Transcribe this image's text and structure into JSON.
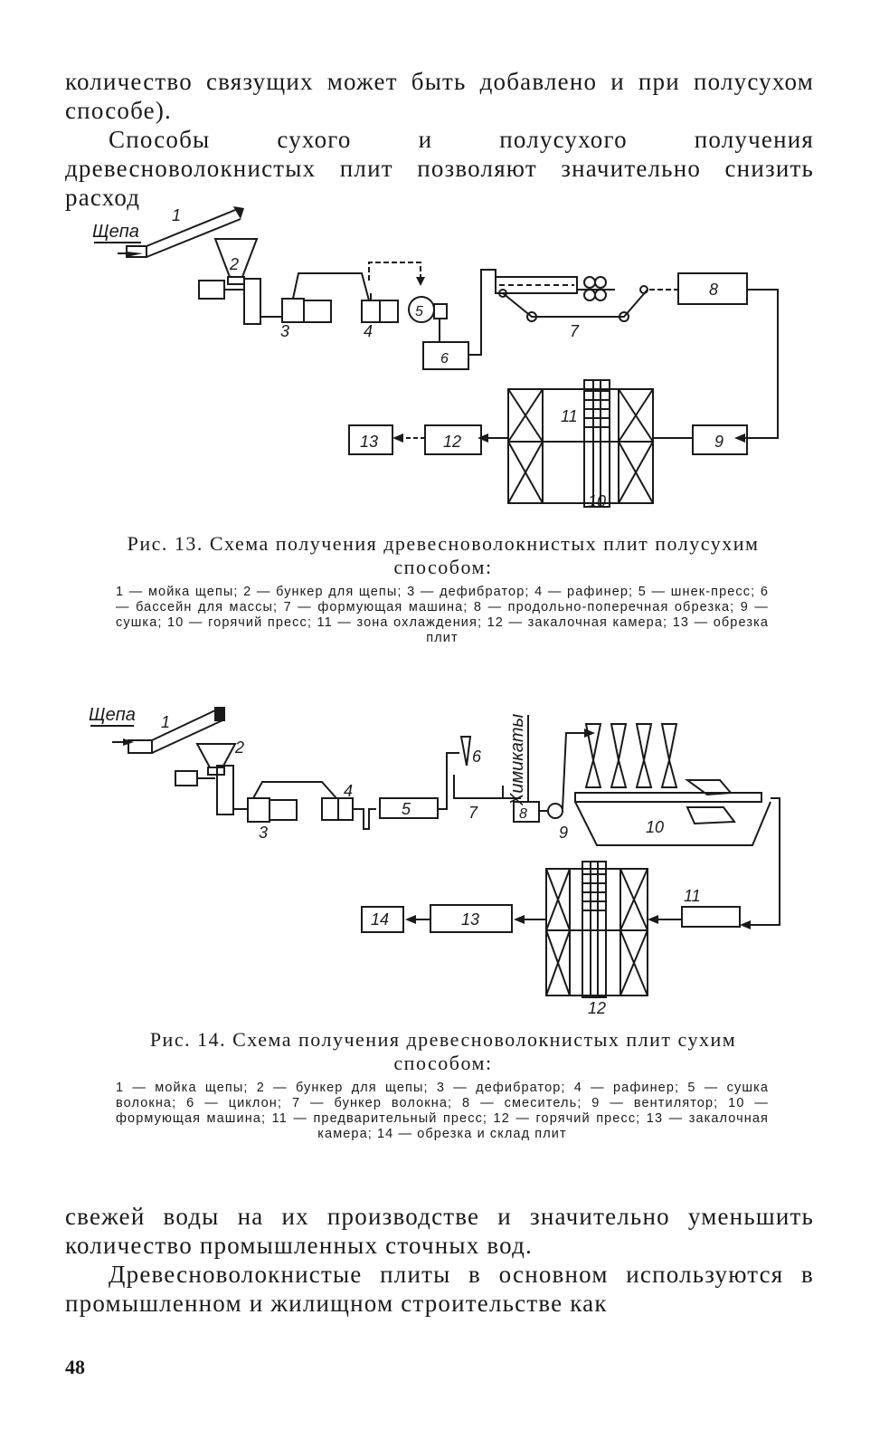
{
  "text": {
    "para1": "количество связущих может быть добавлено и при полусухом способе).",
    "para2": "Способы сухого и полусухого получения древесноволокнистых плит позволяют значительно снизить расход",
    "para3": "свежей воды на их производстве и значительно уменьшить количество промышленных сточных вод.",
    "para4": "Древесноволокнистые плиты в основном используются в промышленном и жилищном строительстве как"
  },
  "figure13": {
    "caption_title": "Рис. 13. Схема получения древесноволокнистых плит полусухим способом:",
    "caption_legend": "1 — мойка щепы; 2 — бункер для щепы; 3 — дефибратор; 4 — рафинер; 5 — шнек-пресс; 6 — бассейн для массы; 7 — формующая машина; 8 — продольно-поперечная обрезка; 9 — сушка; 10 — горячий пресс; 11 — зона охлаждения; 12 — закалочная камера; 13 — обрезка плит",
    "labels": {
      "input": "Щепа",
      "n1": "1",
      "n2": "2",
      "n3": "3",
      "n4": "4",
      "n5": "5",
      "n6": "6",
      "n7": "7",
      "n8": "8",
      "n9": "9",
      "n10": "10",
      "n11": "11",
      "n12": "12",
      "n13": "13"
    }
  },
  "figure14": {
    "caption_title": "Рис. 14. Схема получения древесноволокнистых плит сухим способом:",
    "caption_legend": "1 — мойка щепы; 2 — бункер для щепы; 3 — дефибратор; 4 — рафинер; 5 — сушка волокна; 6 — циклон; 7 — бункер волокна; 8 — смеситель; 9 — вентилятор; 10 — формующая машина; 11 — предварительный пресс; 12 — горячий пресс; 13 — закалочная камера; 14 — обрезка и склад плит",
    "labels": {
      "input": "Щепа",
      "chemicals": "Химикаты",
      "n1": "1",
      "n2": "2",
      "n3": "3",
      "n4": "4",
      "n5": "5",
      "n6": "6",
      "n7": "7",
      "n8": "8",
      "n9": "9",
      "n10": "10",
      "n11": "11",
      "n12": "12",
      "n13": "13",
      "n14": "14"
    }
  },
  "page_number": "48"
}
